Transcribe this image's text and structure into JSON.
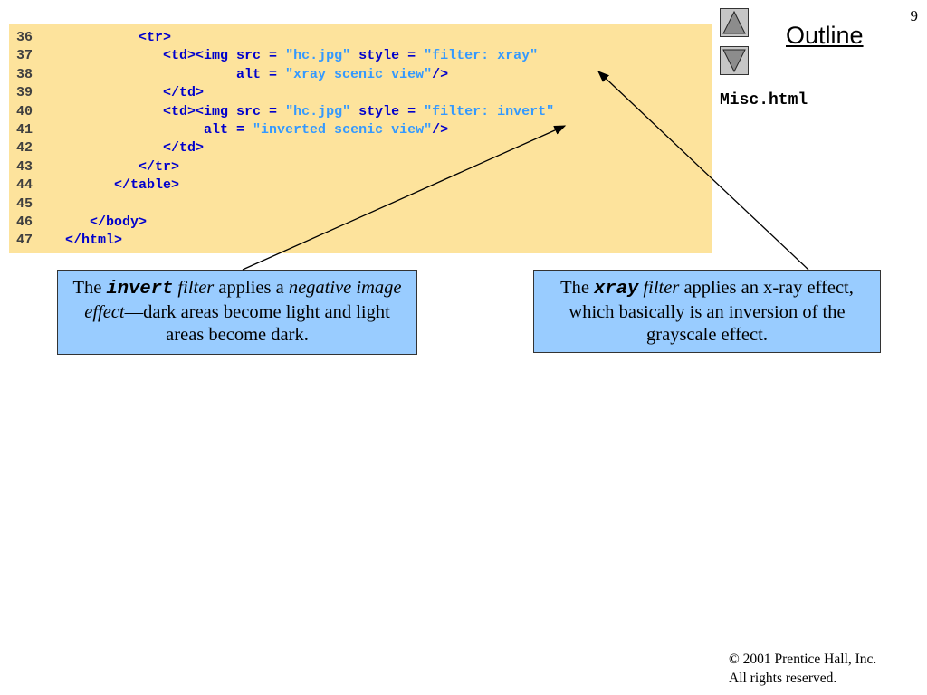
{
  "slide": {
    "page_number": "9"
  },
  "nav": {
    "outline_label": "Outline",
    "up_icon": "triangle-up-icon",
    "down_icon": "triangle-down-icon"
  },
  "file": {
    "name": "Misc.html"
  },
  "code_lines": [
    {
      "ln": "36",
      "indent": "         ",
      "tokens": [
        {
          "t": "tag",
          "v": "<tr>"
        }
      ]
    },
    {
      "ln": "37",
      "indent": "            ",
      "tokens": [
        {
          "t": "tag",
          "v": "<td><img src = "
        },
        {
          "t": "str",
          "v": "\"hc.jpg\""
        },
        {
          "t": "tag",
          "v": " style = "
        },
        {
          "t": "str",
          "v": "\"filter: xray\""
        }
      ]
    },
    {
      "ln": "38",
      "indent": "                     ",
      "tokens": [
        {
          "t": "tag",
          "v": "alt = "
        },
        {
          "t": "str",
          "v": "\"xray scenic view\""
        },
        {
          "t": "tag",
          "v": "/>"
        }
      ]
    },
    {
      "ln": "39",
      "indent": "            ",
      "tokens": [
        {
          "t": "tag",
          "v": "</td>"
        }
      ]
    },
    {
      "ln": "40",
      "indent": "            ",
      "tokens": [
        {
          "t": "tag",
          "v": "<td><img src = "
        },
        {
          "t": "str",
          "v": "\"hc.jpg\""
        },
        {
          "t": "tag",
          "v": " style = "
        },
        {
          "t": "str",
          "v": "\"filter: invert\""
        }
      ]
    },
    {
      "ln": "41",
      "indent": "                 ",
      "tokens": [
        {
          "t": "tag",
          "v": "alt = "
        },
        {
          "t": "str",
          "v": "\"inverted scenic view\""
        },
        {
          "t": "tag",
          "v": "/>"
        }
      ]
    },
    {
      "ln": "42",
      "indent": "            ",
      "tokens": [
        {
          "t": "tag",
          "v": "</td>"
        }
      ]
    },
    {
      "ln": "43",
      "indent": "         ",
      "tokens": [
        {
          "t": "tag",
          "v": "</tr>"
        }
      ]
    },
    {
      "ln": "44",
      "indent": "      ",
      "tokens": [
        {
          "t": "tag",
          "v": "</table>"
        }
      ]
    },
    {
      "ln": "45",
      "indent": "",
      "tokens": []
    },
    {
      "ln": "46",
      "indent": "   ",
      "tokens": [
        {
          "t": "tag",
          "v": "</body>"
        }
      ]
    },
    {
      "ln": "47",
      "indent": "",
      "tokens": [
        {
          "t": "tag",
          "v": "</html>"
        }
      ]
    }
  ],
  "callouts": {
    "invert": {
      "pre": "The ",
      "keyword": "invert",
      "mid1": " ",
      "filter_word": "filter",
      "mid2": " applies a ",
      "em": "negative image effect",
      "post": "—dark areas become light and light areas become dark."
    },
    "xray": {
      "pre": "The ",
      "keyword": "xray",
      "mid1": " ",
      "filter_word": "filter",
      "post": " applies an x-ray effect, which basically is an inversion of the grayscale effect."
    }
  },
  "colors": {
    "code_bg": "#fde39c",
    "callout_bg": "#99ccff",
    "tag": "#0000cc",
    "string": "#3399ff"
  },
  "footer": {
    "copyright": "© 2001 Prentice Hall, Inc.",
    "rights": "All rights reserved."
  }
}
